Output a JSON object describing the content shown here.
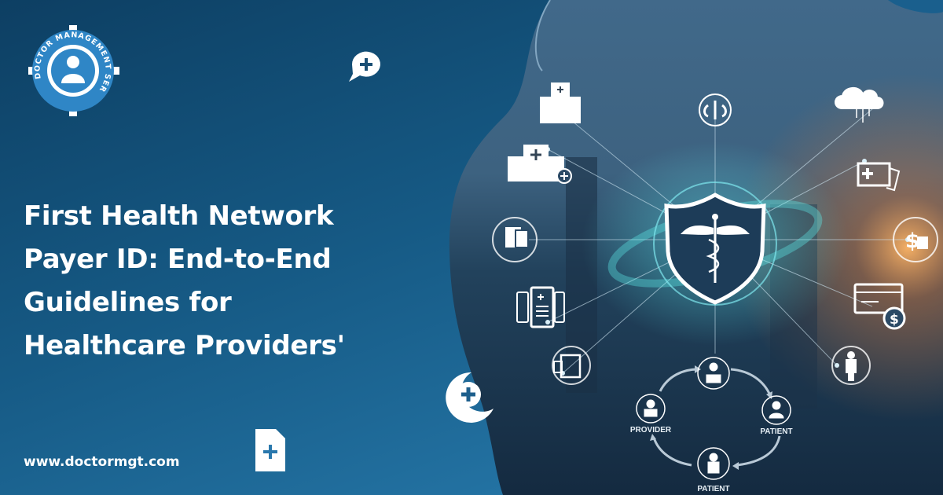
{
  "logo": {
    "text": "DOCTOR MANAGEMENT SERVICES",
    "icon": "doctor-avatar-icon"
  },
  "headline": {
    "lines": [
      "First Health Network",
      "Payer ID: End-to-End",
      "Guidelines for",
      "Healthcare Providers'"
    ]
  },
  "website": "www.doctormgt.com",
  "diagram": {
    "center_icon": "shield-caduceus-icon",
    "nodes": [
      {
        "icon": "hospital-building-icon"
      },
      {
        "icon": "hospital-plus-icon"
      },
      {
        "icon": "medical-lungs-icon"
      },
      {
        "icon": "cloud-network-icon"
      },
      {
        "icon": "health-card-icon"
      },
      {
        "icon": "documents-icon"
      },
      {
        "icon": "dollar-coins-icon"
      },
      {
        "icon": "tablet-record-icon"
      },
      {
        "icon": "payment-card-dollar-icon"
      },
      {
        "icon": "id-documents-icon"
      },
      {
        "icon": "doctor-figure-icon"
      }
    ],
    "cycle": [
      {
        "label": ""
      },
      {
        "label": "PATIENT"
      },
      {
        "label": "PATIENT"
      },
      {
        "label": "PROVIDER"
      }
    ]
  },
  "colors": {
    "brand_blue": "#1f6fa3",
    "dark_navy": "#0d3f63",
    "accent_teal": "#4fe0e0",
    "sunset": "#f08a3c"
  }
}
